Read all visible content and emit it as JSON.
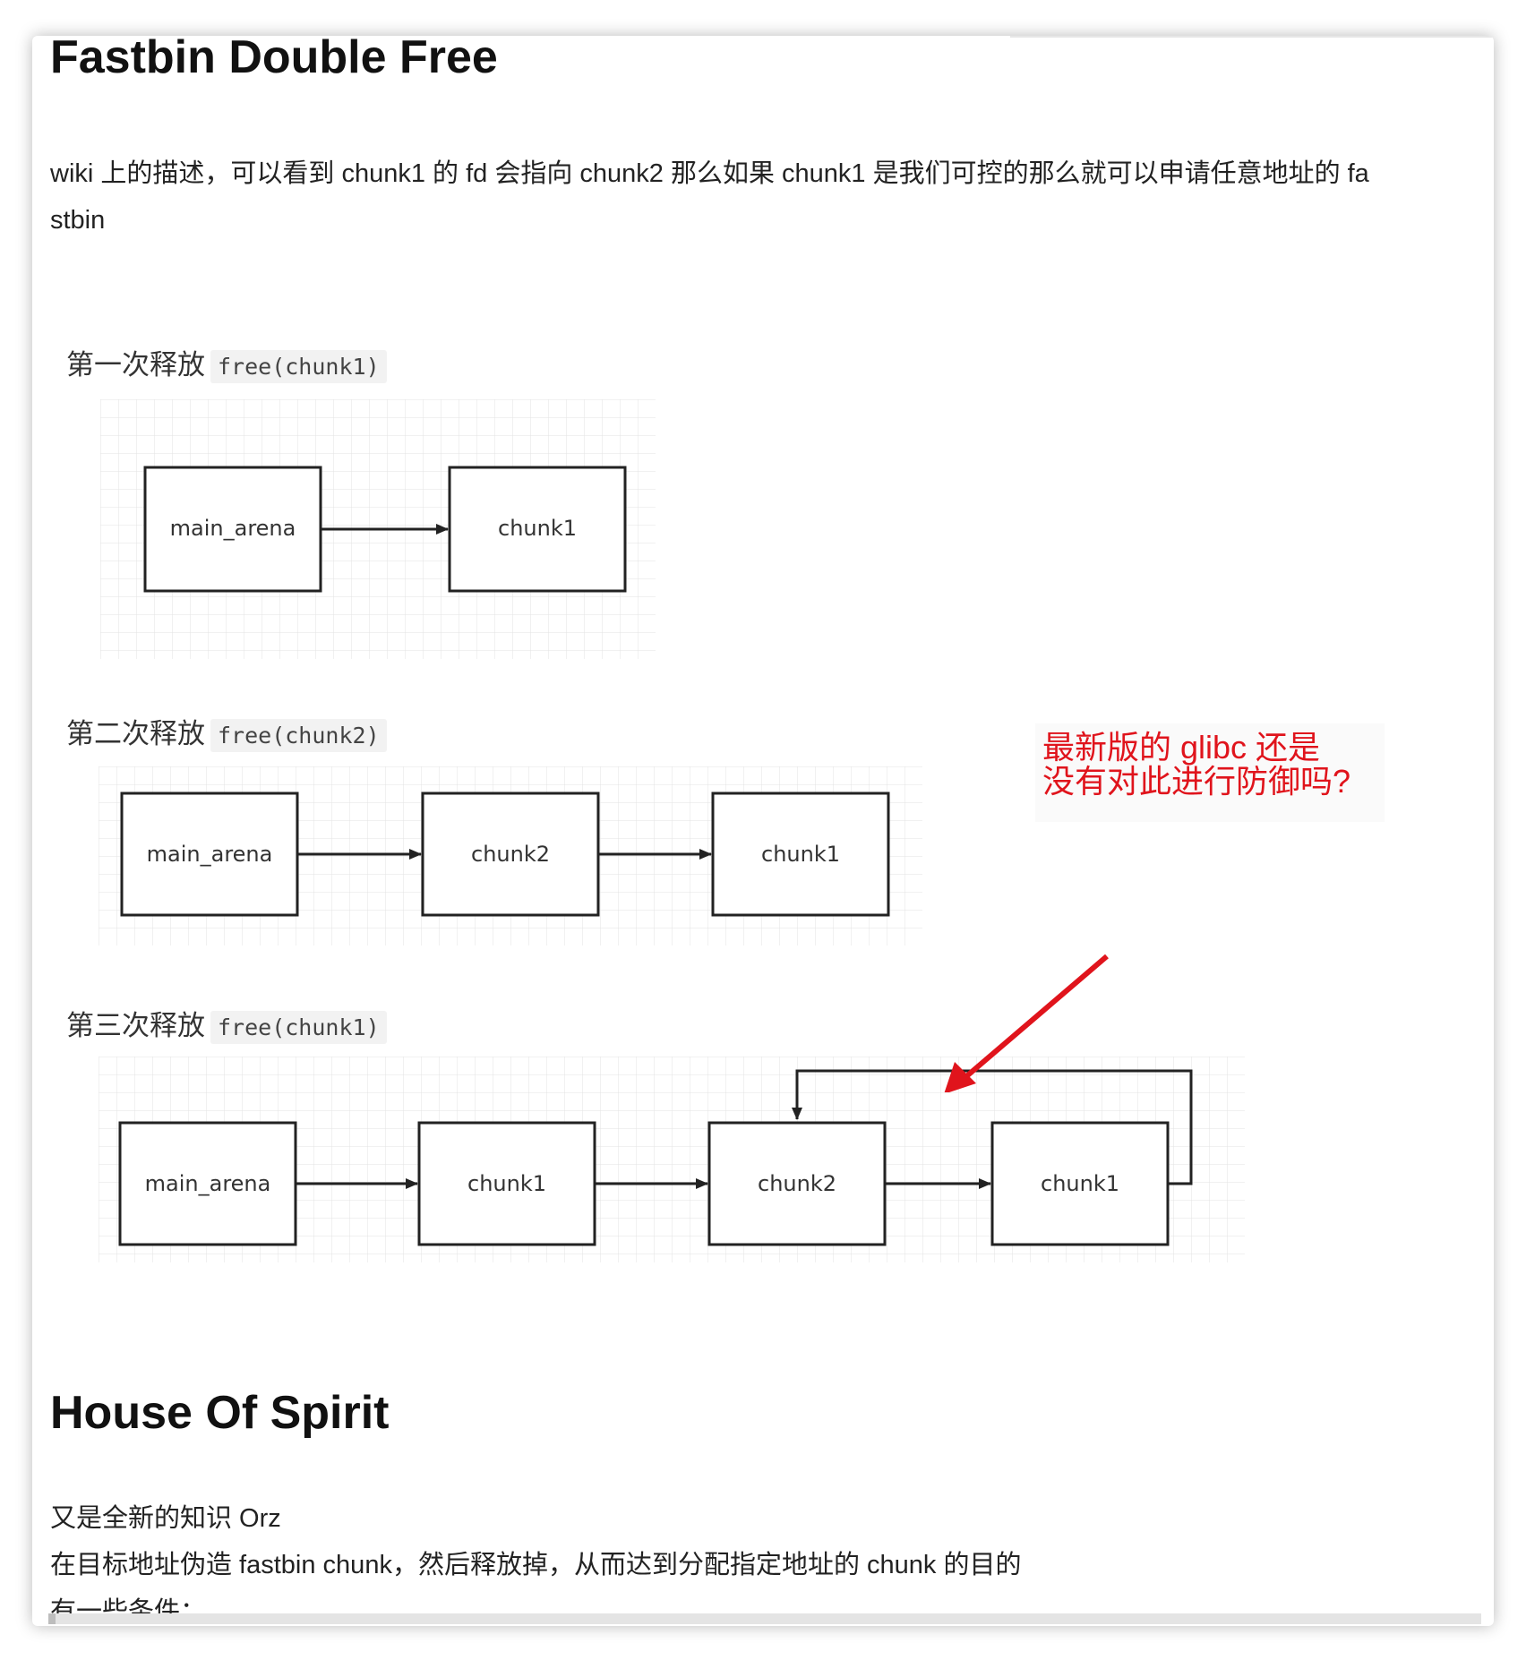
{
  "section1": {
    "title": "Fastbin Double Free",
    "paragraph_line1": "wiki 上的描述，可以看到 chunk1 的 fd 会指向 chunk2 那么如果 chunk1 是我们可控的那么就可以申请任意地址的 fa",
    "paragraph_line2": "stbin"
  },
  "steps": [
    {
      "caption": "第一次释放",
      "code": "free(chunk1)",
      "nodes": [
        "main_arena",
        "chunk1"
      ]
    },
    {
      "caption": "第二次释放",
      "code": "free(chunk2)",
      "nodes": [
        "main_arena",
        "chunk2",
        "chunk1"
      ]
    },
    {
      "caption": "第三次释放",
      "code": "free(chunk1)",
      "nodes": [
        "main_arena",
        "chunk1",
        "chunk2",
        "chunk1"
      ]
    }
  ],
  "annotation": {
    "line1": "最新版的 glibc 还是",
    "line2": "没有对此进行防御吗?",
    "color": "#e0141c"
  },
  "section2": {
    "title": "House Of Spirit",
    "line1": "又是全新的知识 Orz",
    "line2": "在目标地址伪造 fastbin chunk，然后释放掉，从而达到分配指定地址的 chunk 的目的",
    "line3": "有一些条件："
  }
}
